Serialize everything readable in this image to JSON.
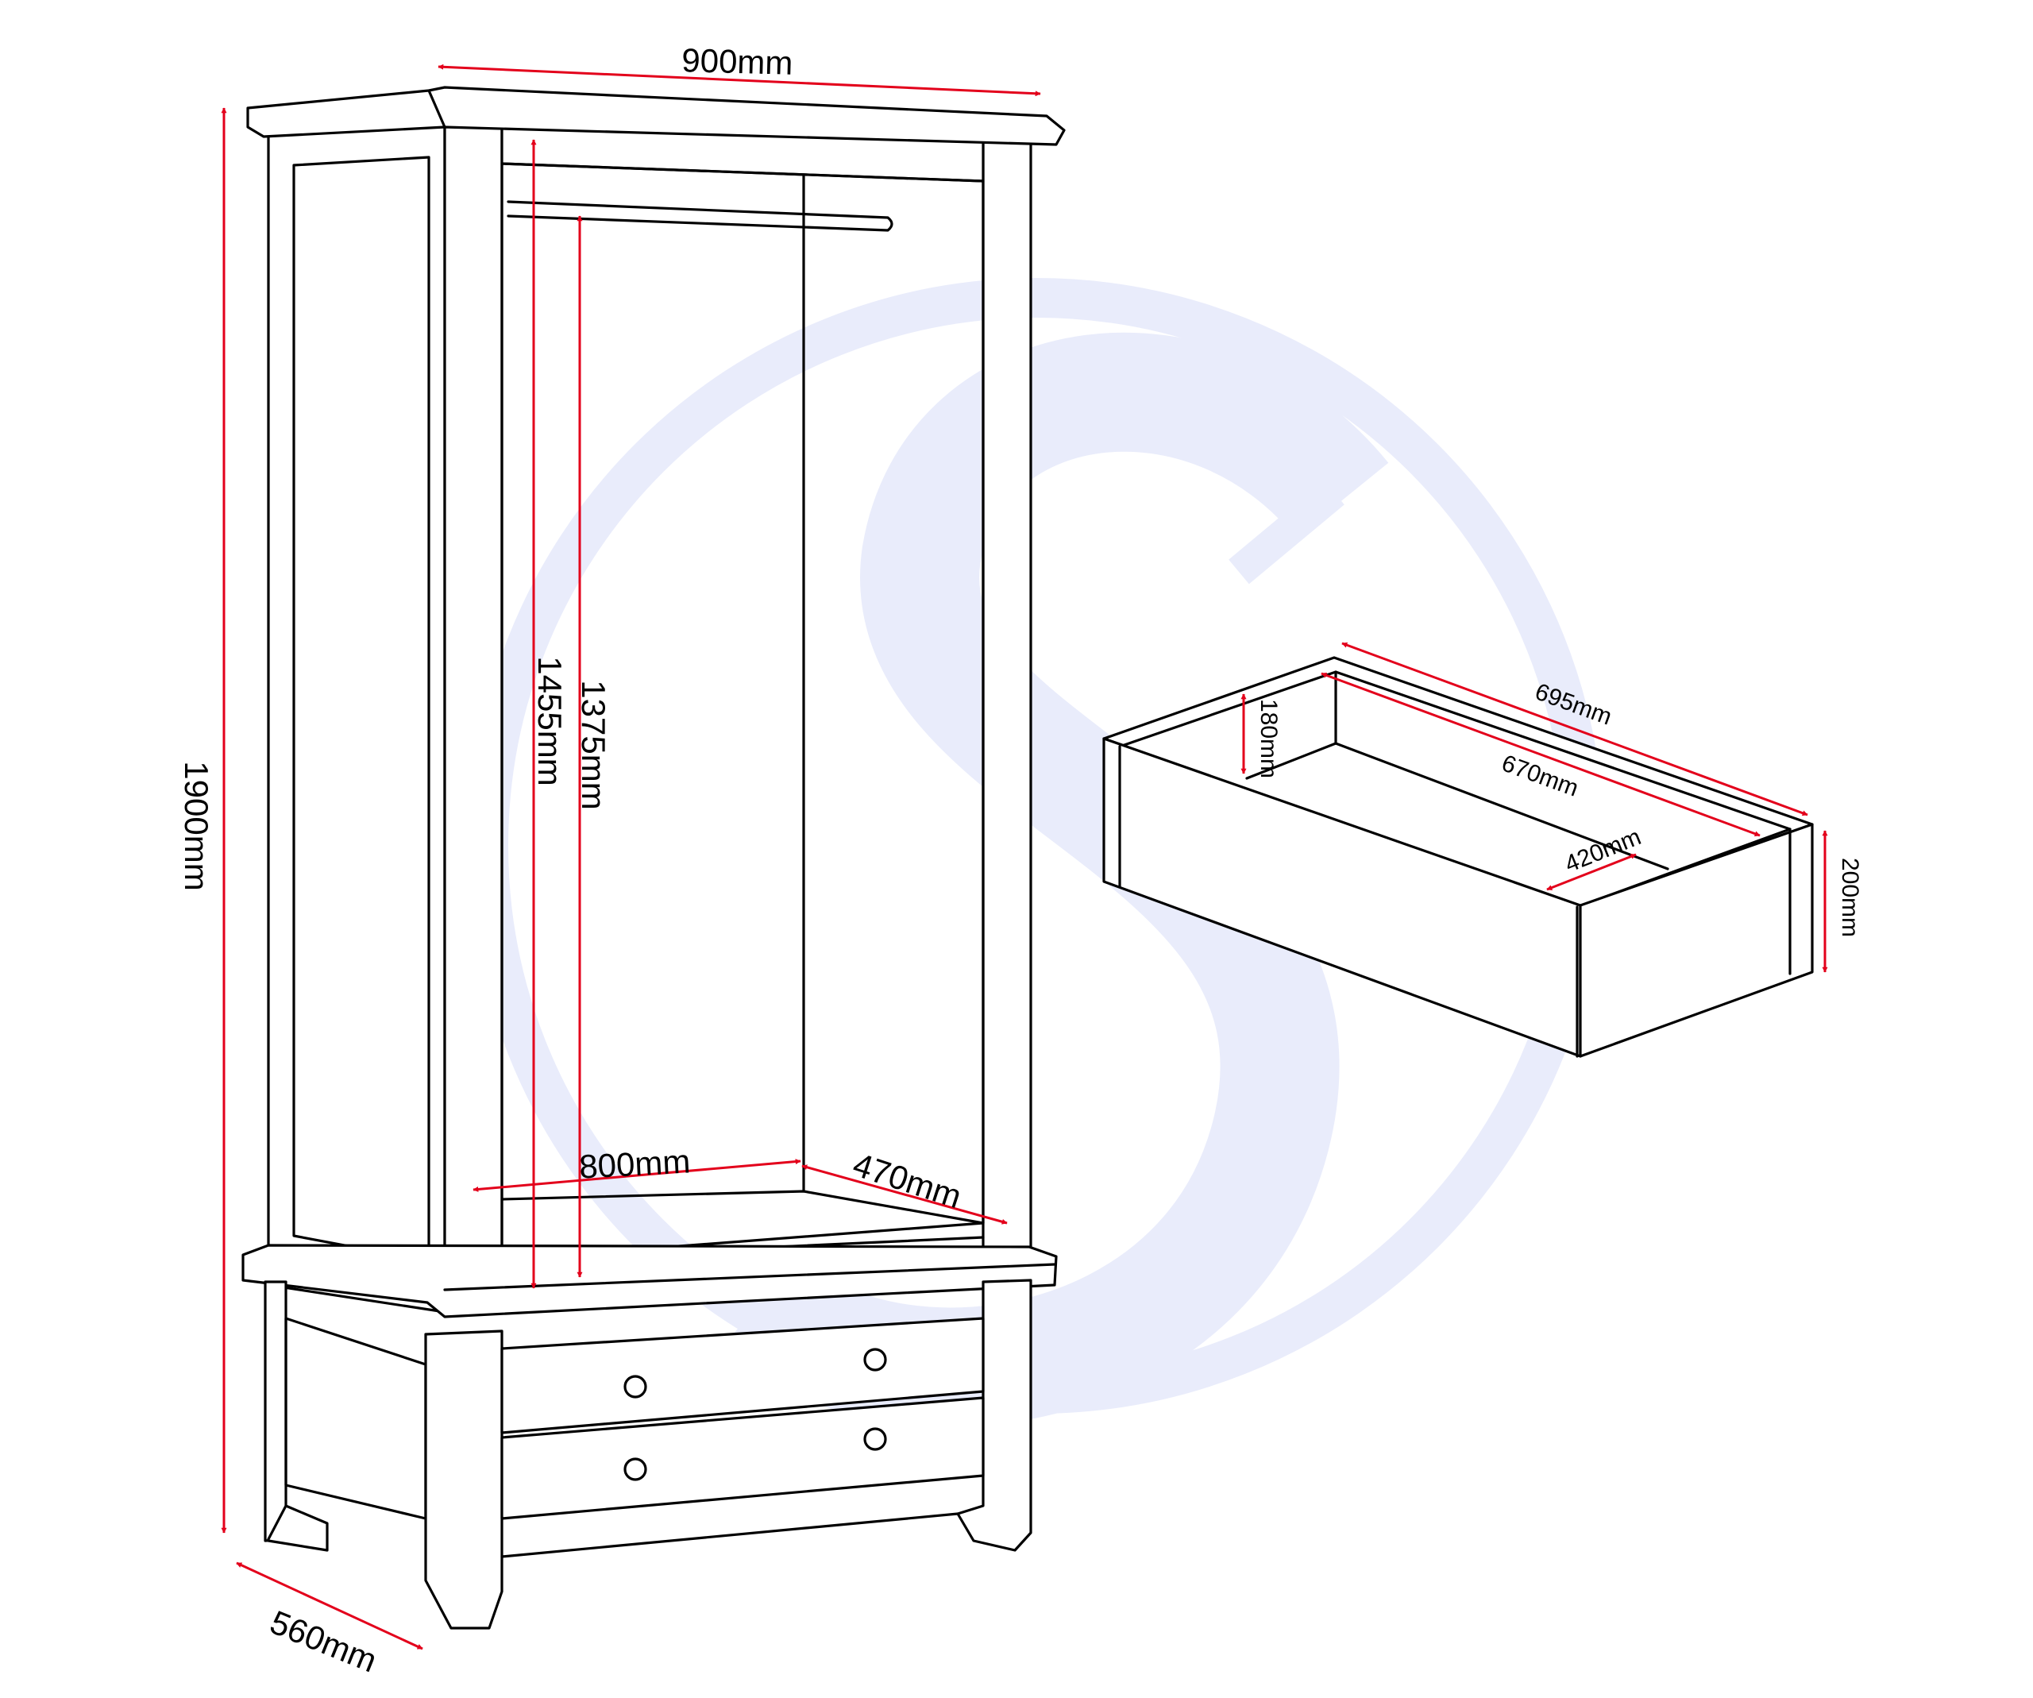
{
  "colors": {
    "line": "#000000",
    "dimension": "#e3001b",
    "watermark": "#e9ecfb",
    "background": "#ffffff"
  },
  "watermark": {
    "icon": "seconique-s-logo"
  },
  "wardrobe": {
    "width_label": "900mm",
    "height_label": "1900mm",
    "depth_label": "560mm",
    "internal_height_label": "1455mm",
    "rail_height_label": "1375mm",
    "internal_width_label": "800mm",
    "internal_depth_label": "470mm"
  },
  "drawer": {
    "outer_length_label": "695mm",
    "inner_length_label": "670mm",
    "inner_height_label": "180mm",
    "inner_depth_label": "420mm",
    "outer_height_label": "200mm"
  }
}
